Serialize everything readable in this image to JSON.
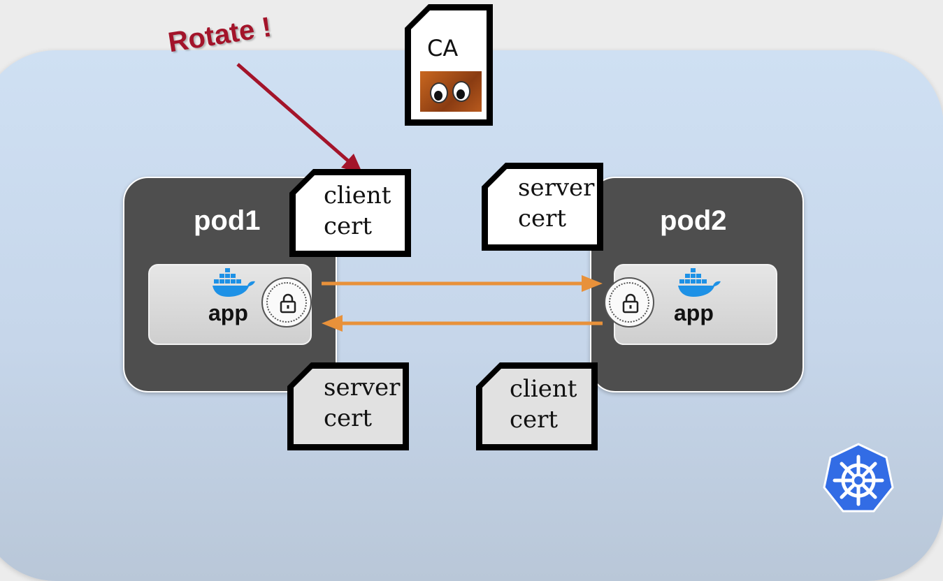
{
  "annotation": {
    "rotate_label": "Rotate !"
  },
  "ca": {
    "label": "CA"
  },
  "pods": [
    {
      "title": "pod1",
      "app_label": "app"
    },
    {
      "title": "pod2",
      "app_label": "app"
    }
  ],
  "certs": {
    "pod1_client": {
      "line1": "client",
      "line2": "cert"
    },
    "pod1_server": {
      "line1": "server",
      "line2": "cert"
    },
    "pod2_server": {
      "line1": "server",
      "line2": "cert"
    },
    "pod2_client": {
      "line1": "client",
      "line2": "cert"
    }
  },
  "icons": {
    "docker": "docker-whale-icon",
    "lock": "lock-icon",
    "kubernetes": "kubernetes-helm-icon",
    "ca_image": "googly-eyes-image"
  },
  "colors": {
    "arrow_orange": "#e8913a",
    "rotate_red": "#a3142a",
    "docker_blue": "#1d91e6",
    "k8s_blue": "#326ce5",
    "pod_dark": "#4e4e4e"
  }
}
